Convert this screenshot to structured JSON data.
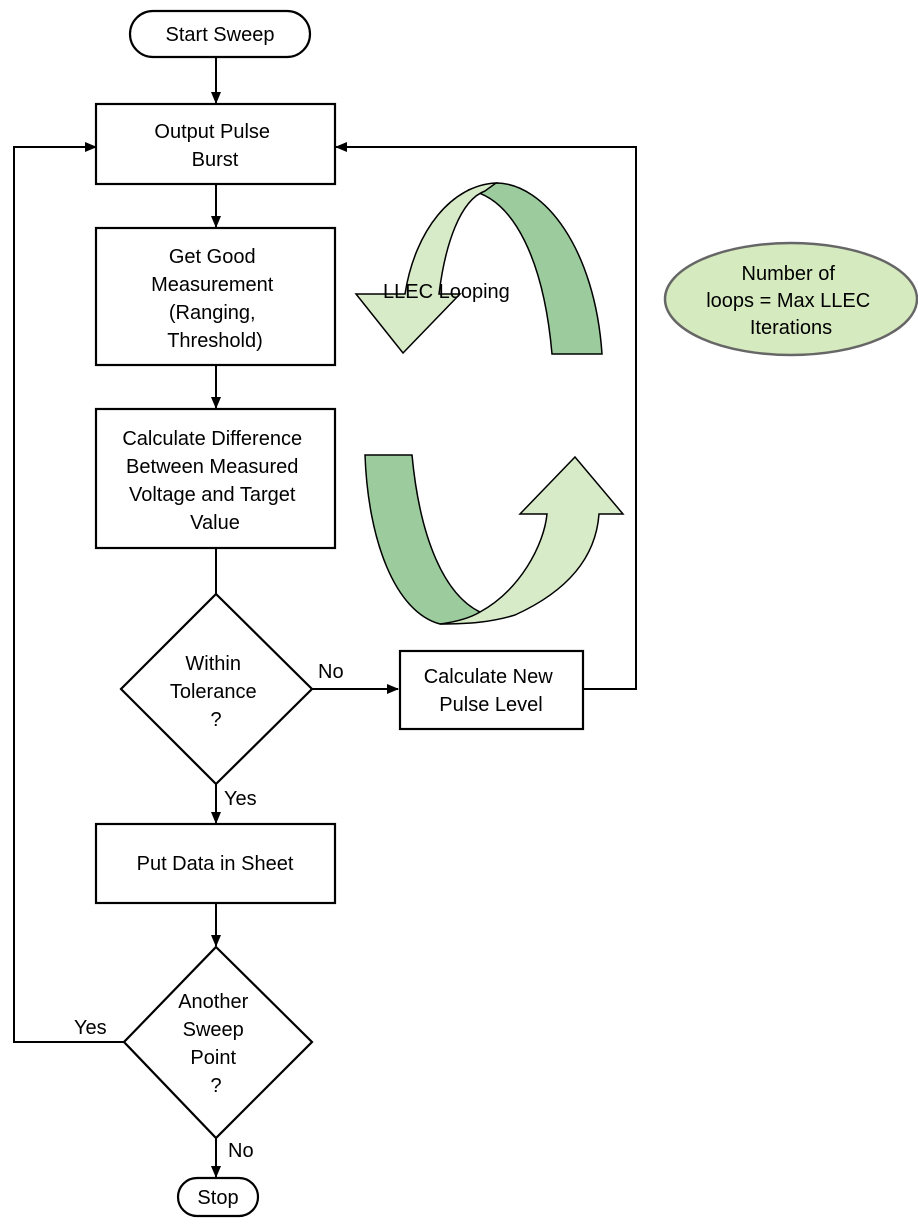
{
  "nodes": {
    "start": "Start Sweep",
    "output_pulse": [
      "Output Pulse",
      "Burst"
    ],
    "get_measurement": [
      "Get Good",
      "Measurement",
      "(Ranging,",
      "Threshold)"
    ],
    "calc_difference": [
      "Calculate Difference",
      "Between Measured",
      "Voltage and Target",
      "Value"
    ],
    "within_tolerance": [
      "Within",
      "Tolerance",
      "?"
    ],
    "calc_new_level": [
      "Calculate New",
      "Pulse Level"
    ],
    "put_data": "Put Data in Sheet",
    "another_point": [
      "Another",
      "Sweep",
      "Point",
      "?"
    ],
    "stop": "Stop"
  },
  "edge_labels": {
    "tolerance_no": "No",
    "tolerance_yes": "Yes",
    "another_yes": "Yes",
    "another_no": "No"
  },
  "annotations": {
    "loop_label": "LLEC Looping",
    "note": [
      "Number of",
      "loops = Max LLEC",
      "Iterations"
    ]
  },
  "colors": {
    "arrow_light": "#d8ebc8",
    "arrow_dark": "#9ccc9e",
    "note_fill": "#d6eabf"
  }
}
